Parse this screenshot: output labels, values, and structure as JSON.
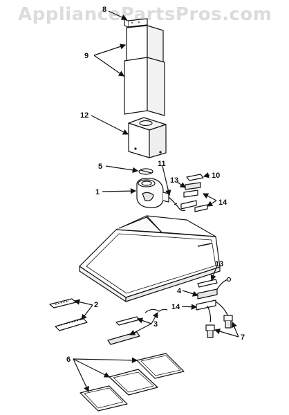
{
  "watermark": "AppliancePartsPros.com",
  "callouts": {
    "c1": "1",
    "c2": "2",
    "c3": "3",
    "c4": "4",
    "c5": "5",
    "c6": "6",
    "c7": "7",
    "c8": "8",
    "c9": "9",
    "c10": "10",
    "c11": "11",
    "c12": "12",
    "c13a": "13",
    "c13b": "13",
    "c14a": "14",
    "c14b": "14"
  },
  "colors": {
    "line": "#111111",
    "fill": "#ffffff",
    "shade": "#e6e6e6"
  }
}
